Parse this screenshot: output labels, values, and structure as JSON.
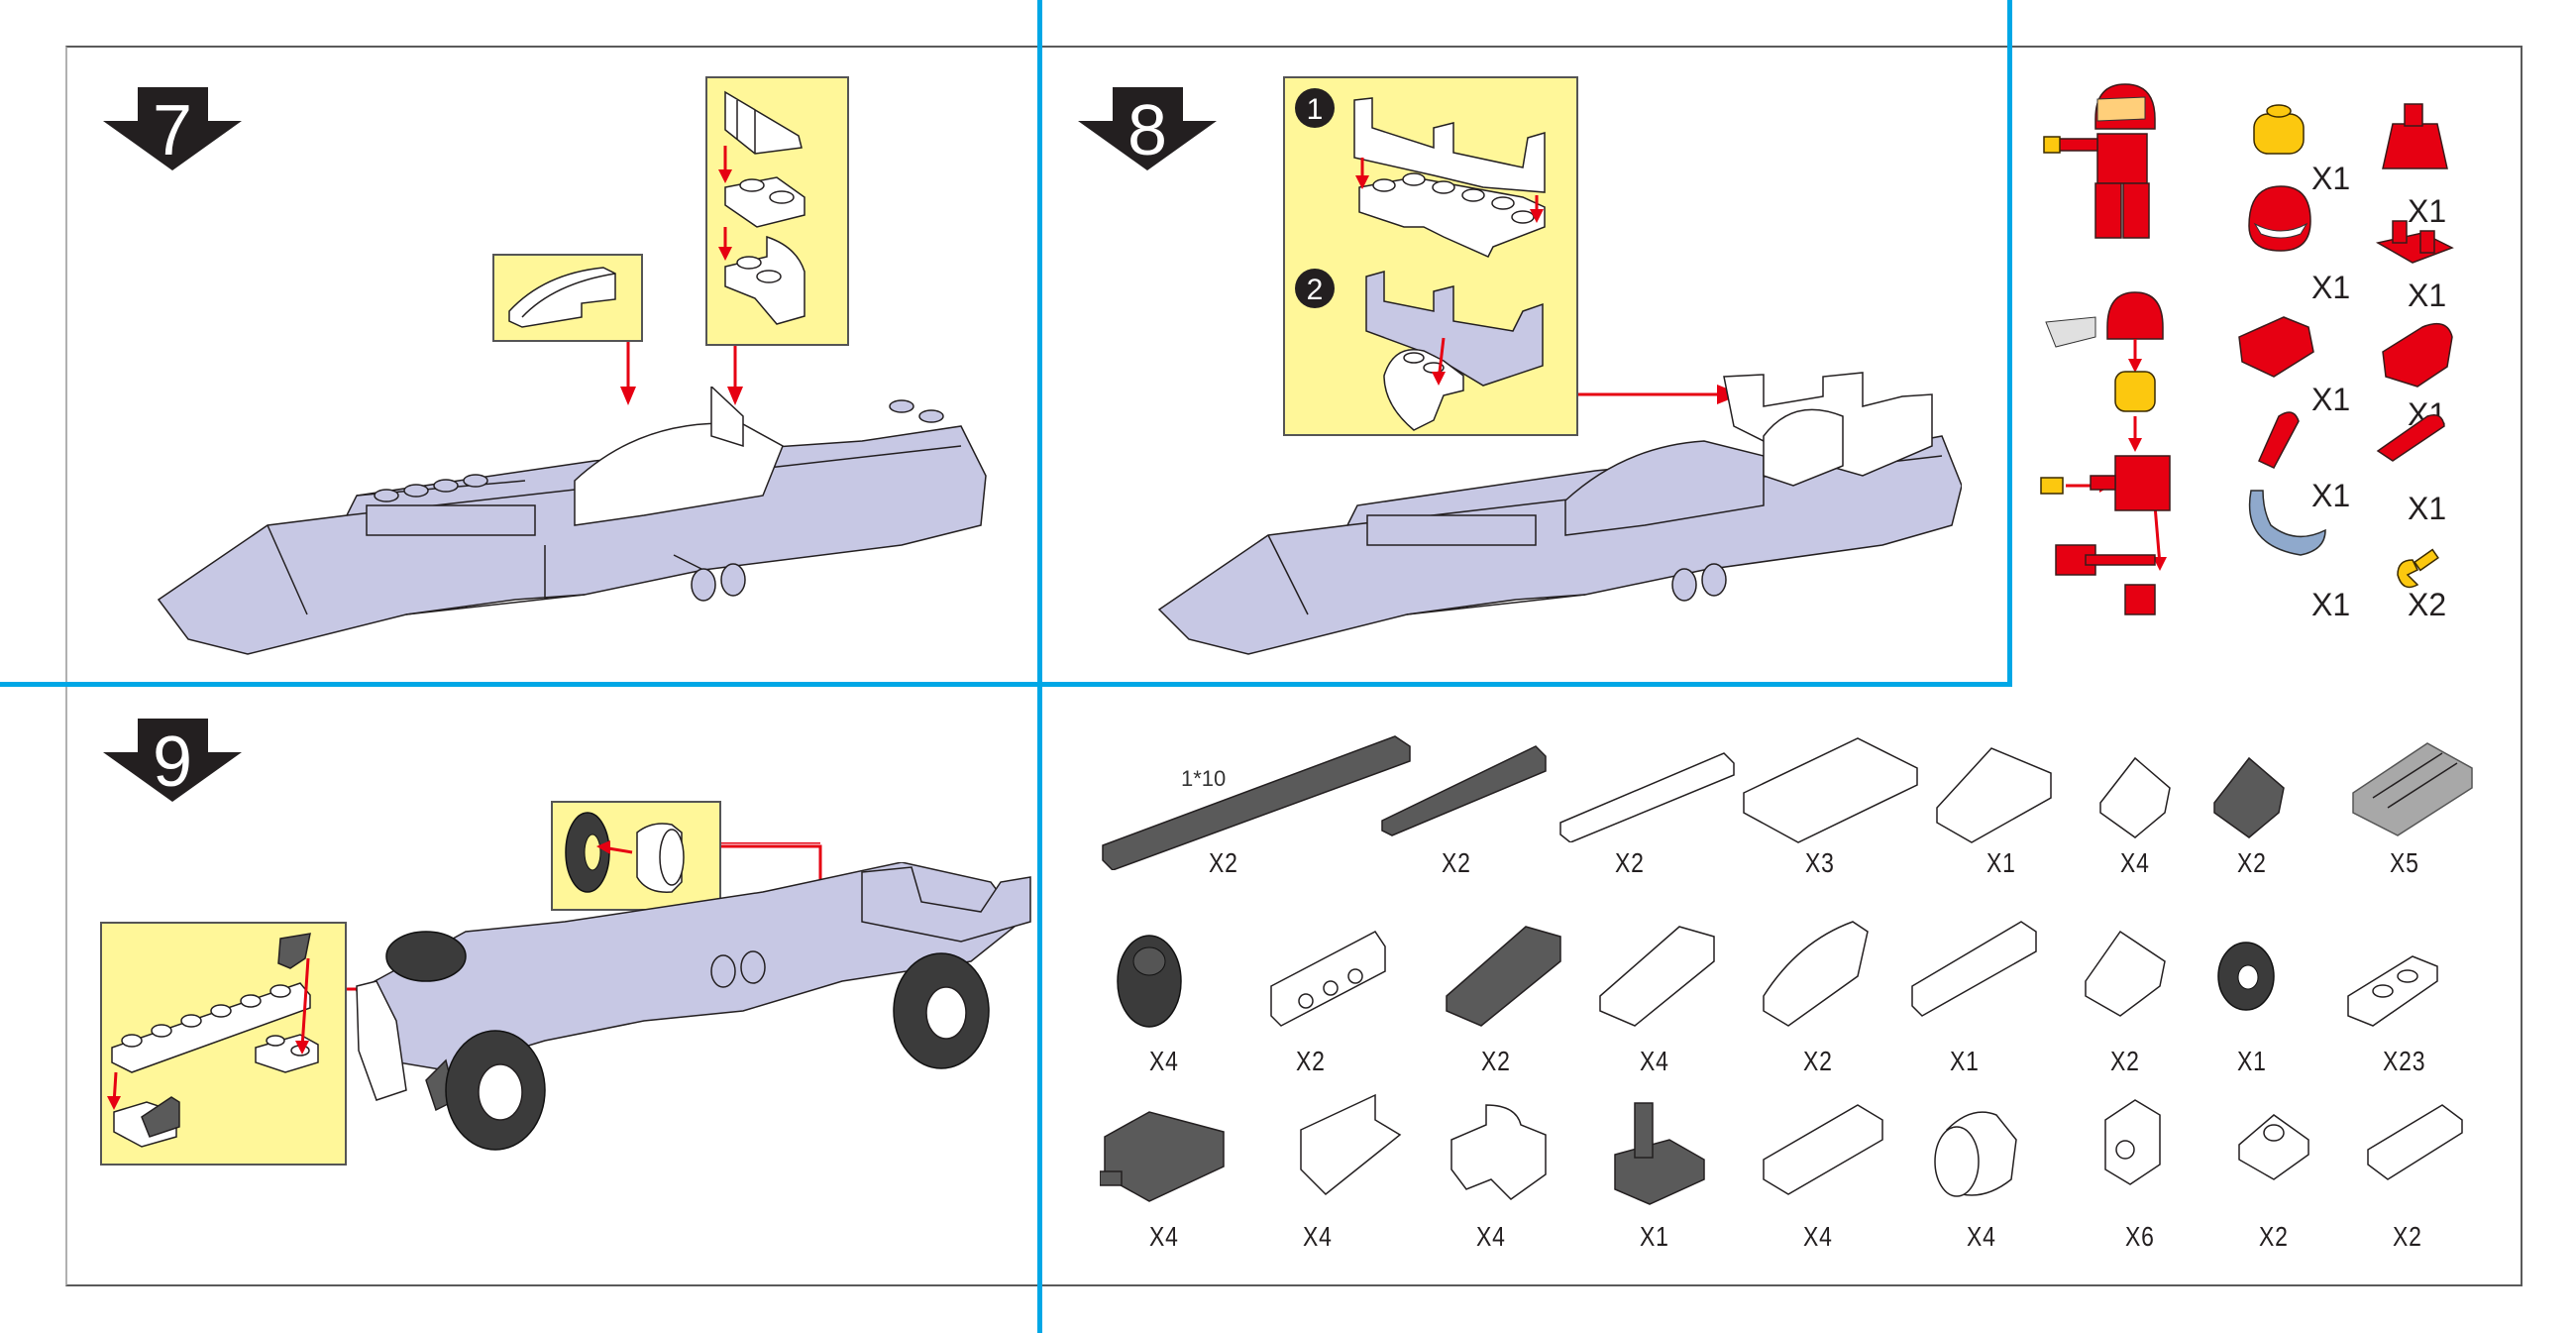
{
  "page": {
    "colors": {
      "callout_bg": "#fff799",
      "divider_blue": "#00a7e6",
      "build_lavender": "#c7c8e4",
      "arrow_red": "#e60012",
      "part_dark": "#5a5a5a",
      "minifig_red": "#e60012",
      "minifig_yellow": "#fcc80f"
    }
  },
  "steps": [
    {
      "number": "7",
      "callouts": [
        "curved-slope-1x3",
        "slope-1x2 + plate-1x2 + curved-brick-2x2"
      ]
    },
    {
      "number": "8",
      "substeps": [
        {
          "marker": "1"
        },
        {
          "marker": "2"
        }
      ]
    },
    {
      "number": "9",
      "callouts": [
        "plate-1x6 + plate-1x2 + dark-slope",
        "tire + wheel-rim"
      ]
    }
  ],
  "minifigure": {
    "parts": [
      {
        "name": "head",
        "qty": "X1"
      },
      {
        "name": "torso",
        "qty": "X1"
      },
      {
        "name": "helmet",
        "qty": "X1"
      },
      {
        "name": "hips",
        "qty": "X1"
      },
      {
        "name": "left-leg",
        "qty": "X1"
      },
      {
        "name": "right-leg",
        "qty": "X1"
      },
      {
        "name": "left-arm",
        "qty": "X1"
      },
      {
        "name": "right-arm",
        "qty": "X1"
      },
      {
        "name": "visor",
        "qty": "X1"
      },
      {
        "name": "hand",
        "qty": "X2"
      }
    ]
  },
  "parts_list": {
    "size_label": "1*10",
    "rows": [
      [
        {
          "name": "plate-1x10-dark",
          "qty": "X2"
        },
        {
          "name": "plate-1x6-dark",
          "qty": "X2"
        },
        {
          "name": "plate-1x6-white",
          "qty": "X2"
        },
        {
          "name": "plate-2x4-white",
          "qty": "X3"
        },
        {
          "name": "slope-2x2-white",
          "qty": "X1"
        },
        {
          "name": "tile-1x1-curved-white",
          "qty": "X4"
        },
        {
          "name": "tile-1x1-curved-dark",
          "qty": "X2"
        },
        {
          "name": "grille-plate-gray",
          "qty": "X5"
        }
      ],
      [
        {
          "name": "tire",
          "qty": "X4"
        },
        {
          "name": "plate-bracket-1x4",
          "qty": "X2"
        },
        {
          "name": "slope-1x3-dark",
          "qty": "X2"
        },
        {
          "name": "slope-1x3-white",
          "qty": "X4"
        },
        {
          "name": "curved-slope-1x3",
          "qty": "X2"
        },
        {
          "name": "plate-1x4-white",
          "qty": "X1"
        },
        {
          "name": "tile-1x1-printed",
          "qty": "X2"
        },
        {
          "name": "steering-wheel",
          "qty": "X1"
        },
        {
          "name": "plate-1x2-white",
          "qty": "X23"
        }
      ],
      [
        {
          "name": "plate-2x2-pin-dark",
          "qty": "X4"
        },
        {
          "name": "panel-1x2",
          "qty": "X4"
        },
        {
          "name": "curved-brick-2x2",
          "qty": "X4"
        },
        {
          "name": "lever-base-dark",
          "qty": "X1"
        },
        {
          "name": "plate-1x3-white",
          "qty": "X4"
        },
        {
          "name": "wheel-rim",
          "qty": "X4"
        },
        {
          "name": "brick-1x1-side-stud",
          "qty": "X6"
        },
        {
          "name": "plate-1x1-white",
          "qty": "X2"
        },
        {
          "name": "tile-1x2-white",
          "qty": "X2"
        }
      ]
    ]
  }
}
